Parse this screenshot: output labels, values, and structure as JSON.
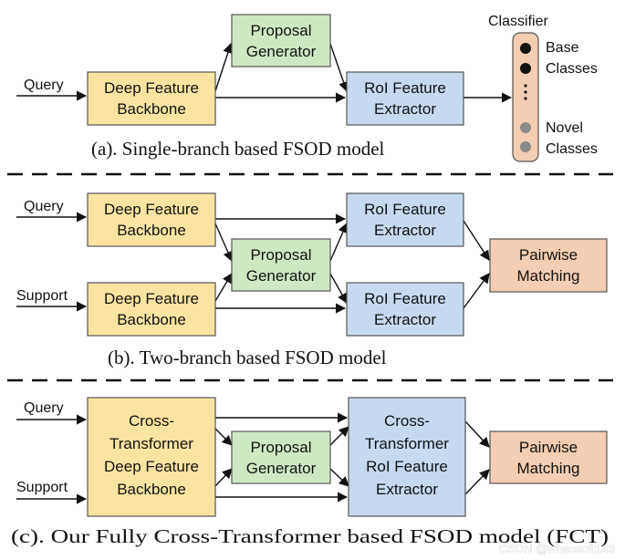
{
  "colors": {
    "yellow": "#fbe4a1",
    "green": "#cfe8c4",
    "blue": "#c6d9ef",
    "salmon": "#f5cdb2",
    "stroke": "#555555",
    "dot_base": "#111111",
    "dot_novel": "#8a8a8a"
  },
  "panel_a": {
    "caption": "(a). Single-branch based FSOD model",
    "query_label": "Query",
    "backbone": [
      "Deep Feature",
      "Backbone"
    ],
    "proposal": [
      "Proposal",
      "Generator"
    ],
    "roi": [
      "RoI Feature",
      "Extractor"
    ],
    "classifier_title": "Classifier",
    "base_label": [
      "Base",
      "Classes"
    ],
    "novel_label": [
      "Novel",
      "Classes"
    ]
  },
  "panel_b": {
    "caption": "(b). Two-branch based FSOD model",
    "query_label": "Query",
    "support_label": "Support",
    "backbone_query": [
      "Deep Feature",
      "Backbone"
    ],
    "backbone_support": [
      "Deep Feature",
      "Backbone"
    ],
    "proposal": [
      "Proposal",
      "Generator"
    ],
    "roi_top": [
      "RoI Feature",
      "Extractor"
    ],
    "roi_bottom": [
      "RoI Feature",
      "Extractor"
    ],
    "matching": [
      "Pairwise",
      "Matching"
    ]
  },
  "panel_c": {
    "caption": "(c). Our Fully Cross-Transformer based FSOD model (FCT)",
    "query_label": "Query",
    "support_label": "Support",
    "backbone": [
      "Cross-",
      "Transformer",
      "Deep Feature",
      "Backbone"
    ],
    "proposal": [
      "Proposal",
      "Generator"
    ],
    "roi": [
      "Cross-",
      "Transformer",
      "RoI Feature",
      "Extractor"
    ],
    "matching": [
      "Pairwise",
      "Matching"
    ]
  },
  "watermark": "CSDN @whaosoft143"
}
